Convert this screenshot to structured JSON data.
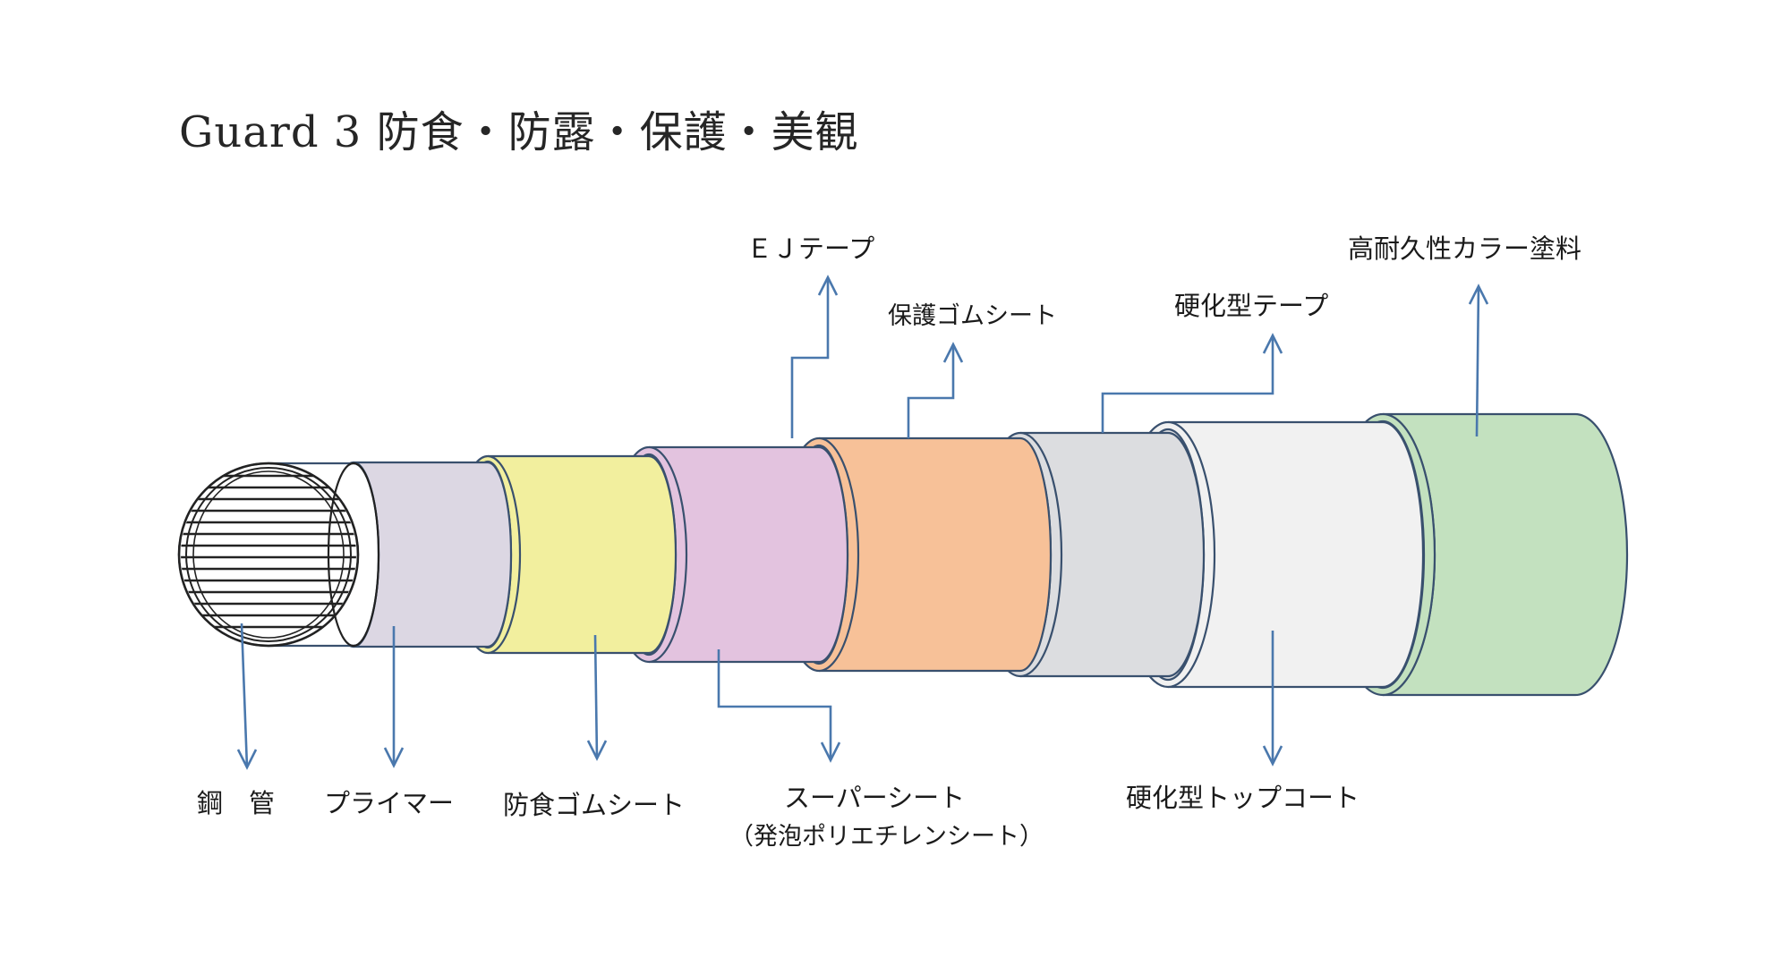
{
  "title": "Guard 3  防食・防露・保護・美観",
  "labels": {
    "steel_pipe": "鋼　管",
    "primer": "プライマー",
    "anticorrosion_rubber": "防食ゴムシート",
    "super_sheet": "スーパーシート",
    "super_sheet_note": "（発泡ポリエチレンシート）",
    "ej_tape": "ＥＪテープ",
    "protective_rubber": "保護ゴムシート",
    "hardening_tape": "硬化型テープ",
    "hardening_topcoat": "硬化型トップコート",
    "color_paint": "高耐久性カラー塗料"
  },
  "colors": {
    "primer": "#dcd7e3",
    "anticorrosion_rubber": "#f2ef9e",
    "super_sheet": "#e3c3df",
    "ej_tape": "#f7c198",
    "hardening_tape": "#dcdde0",
    "hardening_topcoat": "#f1f1f1",
    "color_paint": "#c3e1bf",
    "leader": "#4a78ad"
  }
}
